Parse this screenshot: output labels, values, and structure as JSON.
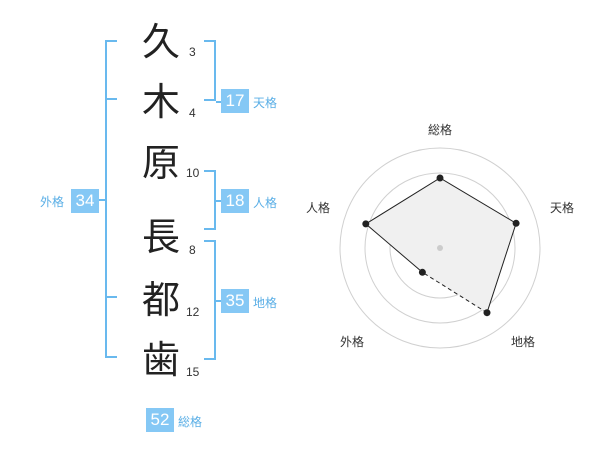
{
  "name_characters": [
    {
      "char": "久",
      "strokes": "3"
    },
    {
      "char": "木",
      "strokes": "4"
    },
    {
      "char": "原",
      "strokes": "10"
    },
    {
      "char": "長",
      "strokes": "8"
    },
    {
      "char": "都",
      "strokes": "12"
    },
    {
      "char": "歯",
      "strokes": "15"
    }
  ],
  "fortunes": {
    "tenkaku": {
      "value": "17",
      "label": "天格"
    },
    "jinkaku": {
      "value": "18",
      "label": "人格"
    },
    "chikaku": {
      "value": "35",
      "label": "地格"
    },
    "gaikaku": {
      "value": "34",
      "label": "外格"
    },
    "soukaku": {
      "value": "52",
      "label": "総格"
    }
  },
  "radar": {
    "axes": [
      "総格",
      "天格",
      "地格",
      "外格",
      "人格"
    ],
    "values": [
      0.7,
      0.8,
      0.8,
      0.3,
      0.78
    ],
    "ring_count": 4,
    "ring_color": "#d0d0d0",
    "fill_color": "#f0f0f0",
    "line_color": "#222222"
  },
  "colors": {
    "accent": "#85c8f5",
    "bracket": "#69b9ee",
    "label": "#59aee6"
  }
}
